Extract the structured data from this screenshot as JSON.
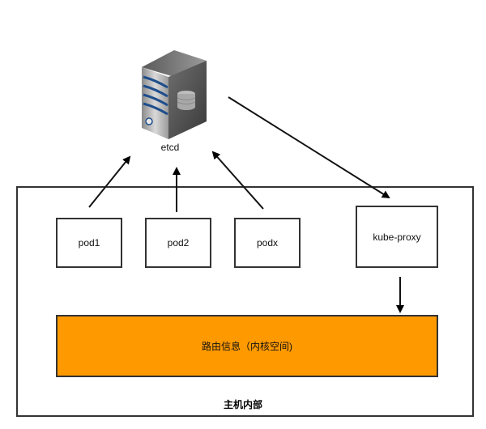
{
  "diagram": {
    "etcd": {
      "label": "etcd",
      "icon": "server-database-icon"
    },
    "host": {
      "label": "主机内部"
    },
    "pods": [
      {
        "label": "pod1"
      },
      {
        "label": "pod2"
      },
      {
        "label": "podx"
      }
    ],
    "kube_proxy": {
      "label": "kube-proxy"
    },
    "routing": {
      "label": "路由信息（内核空间)",
      "color": "#ff9900"
    },
    "edges": [
      {
        "from": "pod1",
        "to": "etcd"
      },
      {
        "from": "pod2",
        "to": "etcd"
      },
      {
        "from": "podx",
        "to": "etcd"
      },
      {
        "from": "etcd",
        "to": "kube-proxy"
      },
      {
        "from": "kube-proxy",
        "to": "routing"
      }
    ]
  }
}
